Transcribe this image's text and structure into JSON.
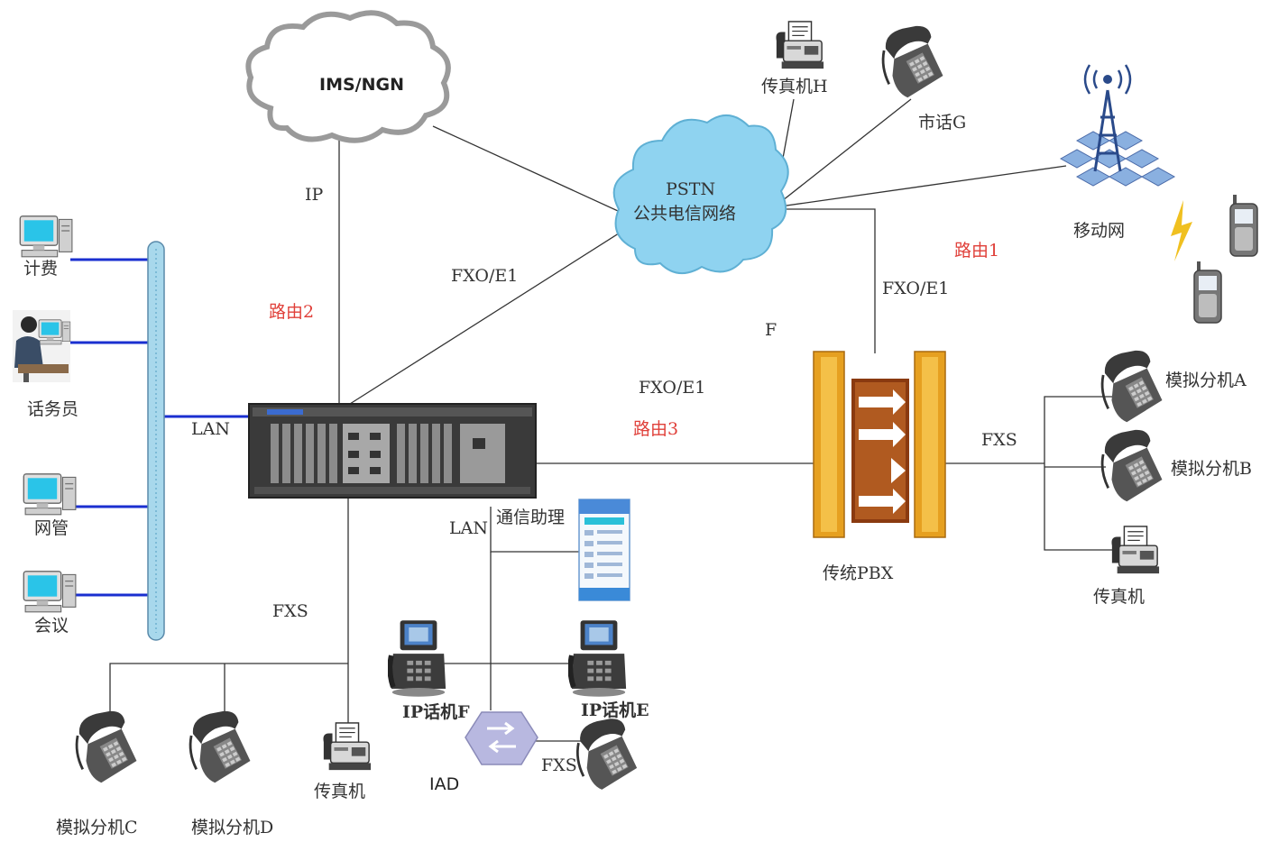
{
  "colors": {
    "route_label": "#e0403a",
    "lan_wire": "#1a2fd0",
    "pstn_cloud": "#8fd3f0",
    "pbx_gold": "#e6a020"
  },
  "clouds": {
    "ims": "IMS/NGN",
    "pstn_line1": "PSTN",
    "pstn_line2": "公共电信网络"
  },
  "links": {
    "ip": "IP",
    "fxo_e1_top": "FXO/E1",
    "fxo_e1_right": "FXO/E1",
    "fxo_e1_mid": "FXO/E1",
    "f": "F",
    "lan_main": "LAN",
    "lan_sub": "LAN",
    "fxs_left": "FXS",
    "fxs_right": "FXS",
    "fxs_iad": "FXS"
  },
  "routes": {
    "route1": "路由1",
    "route2": "路由2",
    "route3": "路由3"
  },
  "left_terminals": [
    "计费",
    "话务员",
    "网管",
    "会议"
  ],
  "top_devices": {
    "fax_h": "传真机H",
    "phone_g": "市话G",
    "mobile": "移动网"
  },
  "right_devices": {
    "ext_a": "模拟分机A",
    "ext_b": "模拟分机B",
    "fax": "传真机"
  },
  "pbx": "传统PBX",
  "comm_assistant": "通信助理",
  "ip_phones": {
    "f": "IP话机F",
    "e": "IP话机E"
  },
  "iad": "IAD",
  "bottom_devices": {
    "ext_c": "模拟分机C",
    "ext_d": "模拟分机D",
    "fax": "传真机"
  },
  "icons": [
    "cloud-icon",
    "phone-icon",
    "fax-icon",
    "computer-icon",
    "mobile-tower-icon",
    "mobile-phone-icon",
    "lightning-icon",
    "gateway-chassis-icon",
    "pbx-icon",
    "ip-phone-icon",
    "iad-router-icon",
    "software-window-icon"
  ]
}
